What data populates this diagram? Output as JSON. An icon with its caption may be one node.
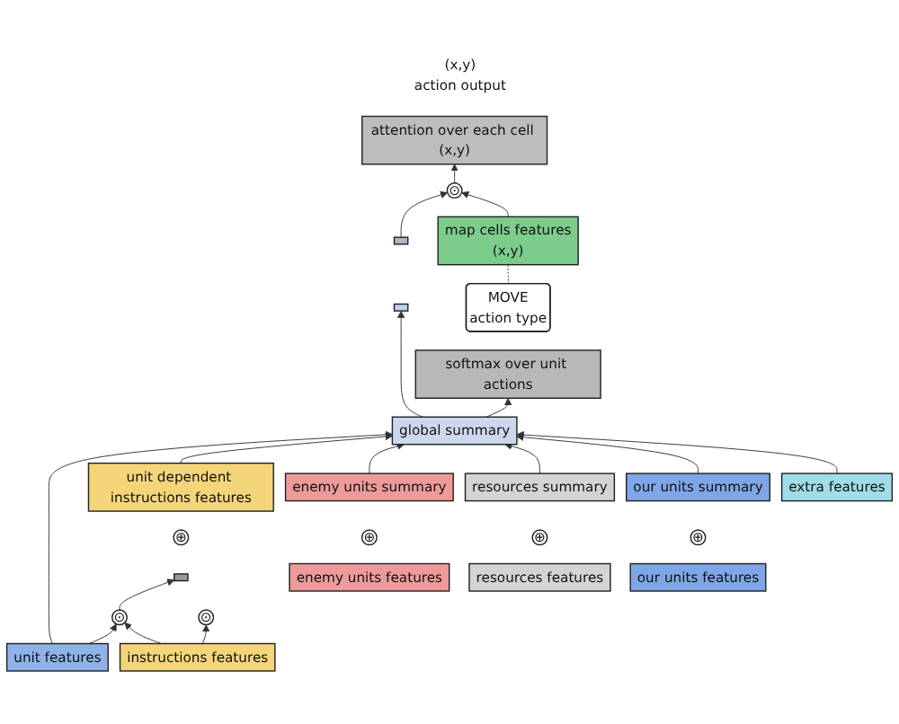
{
  "diagram": {
    "nodes": [
      {
        "text": [
          "unit features"
        ]
      },
      {
        "text": [
          "instructions features"
        ]
      },
      {
        "text": [
          "enemy units features"
        ]
      },
      {
        "text": [
          "resources features"
        ]
      },
      {
        "text": [
          "our units features"
        ]
      },
      {
        "text": [
          "⊙"
        ]
      },
      {
        "text": [
          "⊙"
        ]
      },
      {
        "text": [],
        "shape": "bar"
      },
      {
        "text": [
          "⊕"
        ]
      },
      {
        "text": [
          "unit dependent instructions features"
        ]
      },
      {
        "text": [
          "⊕"
        ]
      },
      {
        "text": [
          "enemy units summary"
        ]
      },
      {
        "text": [
          "⊕"
        ]
      },
      {
        "text": [
          "resources summary"
        ]
      },
      {
        "text": [
          "⊕"
        ]
      },
      {
        "text": [
          "our units summary"
        ]
      },
      {
        "text": [
          "extra features"
        ]
      },
      {
        "text": [
          "global summary"
        ]
      },
      {
        "text": [
          "softmax over unit actions"
        ]
      },
      {
        "text": [
          "MOVE",
          "action type"
        ]
      },
      {
        "text": [],
        "shape": "bar"
      },
      {
        "text": [],
        "shape": "bar"
      },
      {
        "text": [
          "map cells features",
          "(x,y)"
        ]
      },
      {
        "text": [
          "⊙"
        ]
      },
      {
        "text": [
          "attention over each cell (x,y)"
        ]
      },
      {
        "text": [
          "(x,y)",
          "action output"
        ]
      }
    ],
    "edges": [
      {
        "from": 0,
        "to": 5,
        "arrow": "to"
      },
      {
        "from": 0,
        "to": 17,
        "arrow": "to"
      },
      {
        "from": 1,
        "to": 5,
        "arrow": "to"
      },
      {
        "from": 5,
        "to": 7,
        "arrow": "to"
      },
      {
        "from": 1,
        "to": 6,
        "arrow": "to"
      },
      {
        "from": 9,
        "to": 17,
        "arrow": "to"
      },
      {
        "from": 11,
        "to": 17,
        "arrow": "to"
      },
      {
        "from": 13,
        "to": 17,
        "arrow": "to"
      },
      {
        "from": 15,
        "to": 17,
        "arrow": "to"
      },
      {
        "from": 16,
        "to": 17,
        "arrow": "to"
      },
      {
        "from": 17,
        "to": 18,
        "arrow": "to"
      },
      {
        "from": 17,
        "to": 20,
        "arrow": "to"
      },
      {
        "from": 21,
        "to": 23,
        "arrow": "to"
      },
      {
        "from": 22,
        "to": 23,
        "arrow": "to"
      },
      {
        "from": 19,
        "to": 22,
        "arrow": "none",
        "style": "dashed"
      },
      {
        "from": 23,
        "to": 24,
        "arrow": "to"
      }
    ]
  }
}
